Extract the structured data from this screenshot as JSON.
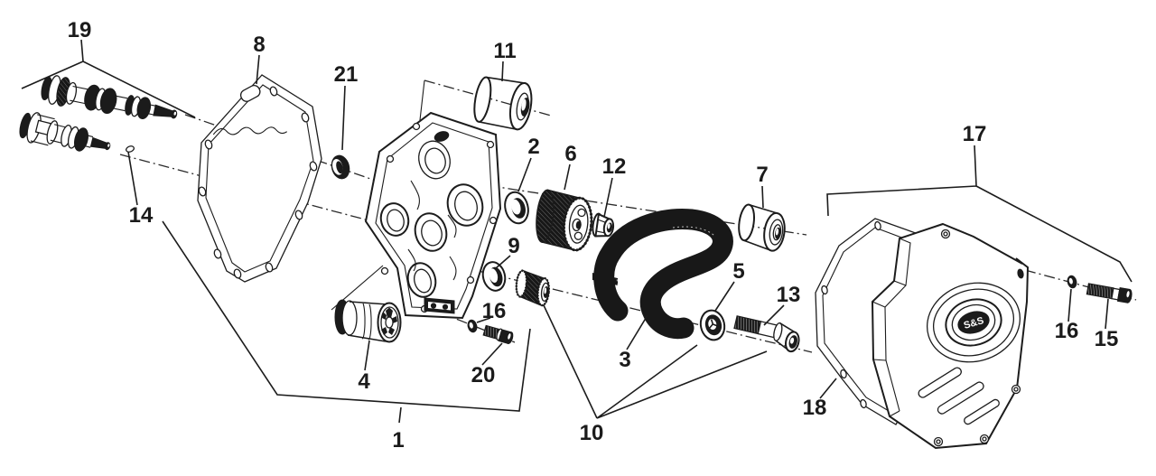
{
  "figure": {
    "type": "exploded-parts-diagram",
    "background": "#ffffff",
    "line_color": "#1c1c1c",
    "emblem_text": "S&S",
    "callouts": {
      "1": "1",
      "2": "2",
      "3": "3",
      "4": "4",
      "5": "5",
      "6": "6",
      "7": "7",
      "8": "8",
      "9": "9",
      "10": "10",
      "11": "11",
      "12": "12",
      "13": "13",
      "14": "14",
      "15": "15",
      "16": "16",
      "17": "17",
      "18": "18",
      "19": "19",
      "20": "20",
      "21": "21"
    }
  }
}
